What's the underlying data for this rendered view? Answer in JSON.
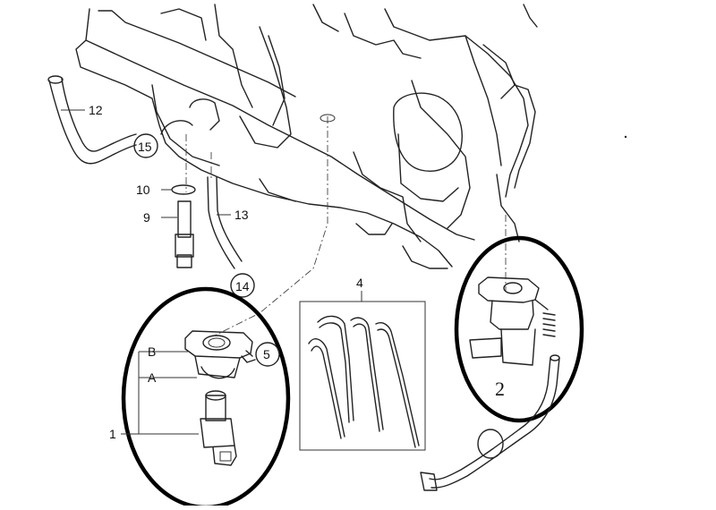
{
  "diagram": {
    "labels": {
      "l1": "1",
      "l2": "2",
      "l4": "4",
      "l5": "5",
      "l9": "9",
      "l10": "10",
      "l12": "12",
      "l13": "13",
      "l14": "14",
      "l15": "15",
      "lA": "A",
      "lB": "B"
    },
    "colors": {
      "line": "#222222",
      "highlight": "#000000",
      "background": "#ffffff"
    }
  }
}
